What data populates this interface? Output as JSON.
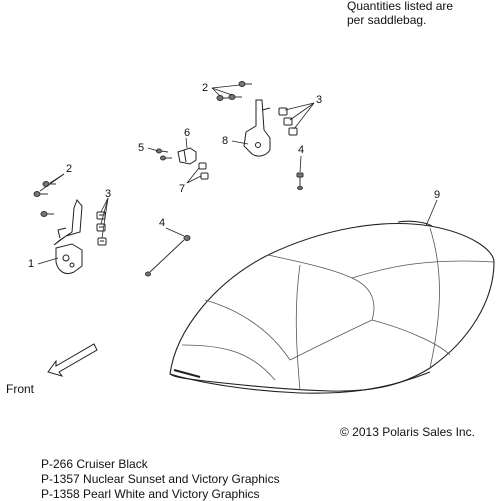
{
  "note": {
    "line1": "Quantities listed are",
    "line2": "per saddlebag."
  },
  "callouts": {
    "c1": "1",
    "c2a": "2",
    "c2b": "2",
    "c3a": "3",
    "c3b": "3",
    "c4a": "4",
    "c4b": "4",
    "c5": "5",
    "c6": "6",
    "c7": "7",
    "c8": "8",
    "c9": "9"
  },
  "direction_label": "Front",
  "copyright": "© 2013 Polaris Sales Inc.",
  "part_list": [
    "P-266  Cruiser Black",
    "P-1357 Nuclear Sunset and Victory Graphics",
    "P-1358 Pearl White and Victory Graphics"
  ],
  "colors": {
    "line": "#222222",
    "fill": "#ffffff",
    "hardware": "#555555"
  }
}
